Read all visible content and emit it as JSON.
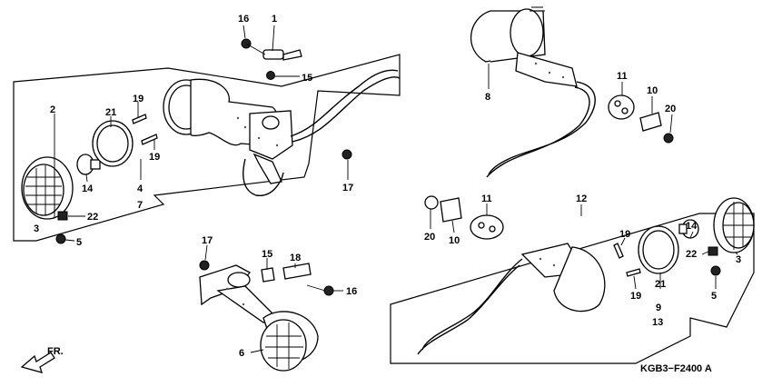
{
  "diagram_code": "KGB3−F2400 A",
  "direction_arrow": "FR.",
  "callouts": {
    "c16a": "16",
    "c1": "1",
    "c15a": "15",
    "c2": "2",
    "c19a": "19",
    "c21a": "21",
    "c19b": "19",
    "c14a": "14",
    "c4": "4",
    "c7": "7",
    "c3a": "3",
    "c22a": "22",
    "c5a": "5",
    "c17a": "17",
    "c8": "8",
    "c11a": "11",
    "c10a": "10",
    "c20a": "20",
    "c12": "12",
    "c11b": "11",
    "c20b": "20",
    "c10b": "10",
    "c14b": "14",
    "c19c": "19",
    "c22b": "22",
    "c3b": "3",
    "c5b": "5",
    "c19d": "19",
    "c21b": "21",
    "c9": "9",
    "c13": "13",
    "c17b": "17",
    "c15b": "15",
    "c18": "18",
    "c16b": "16",
    "c6": "6"
  }
}
